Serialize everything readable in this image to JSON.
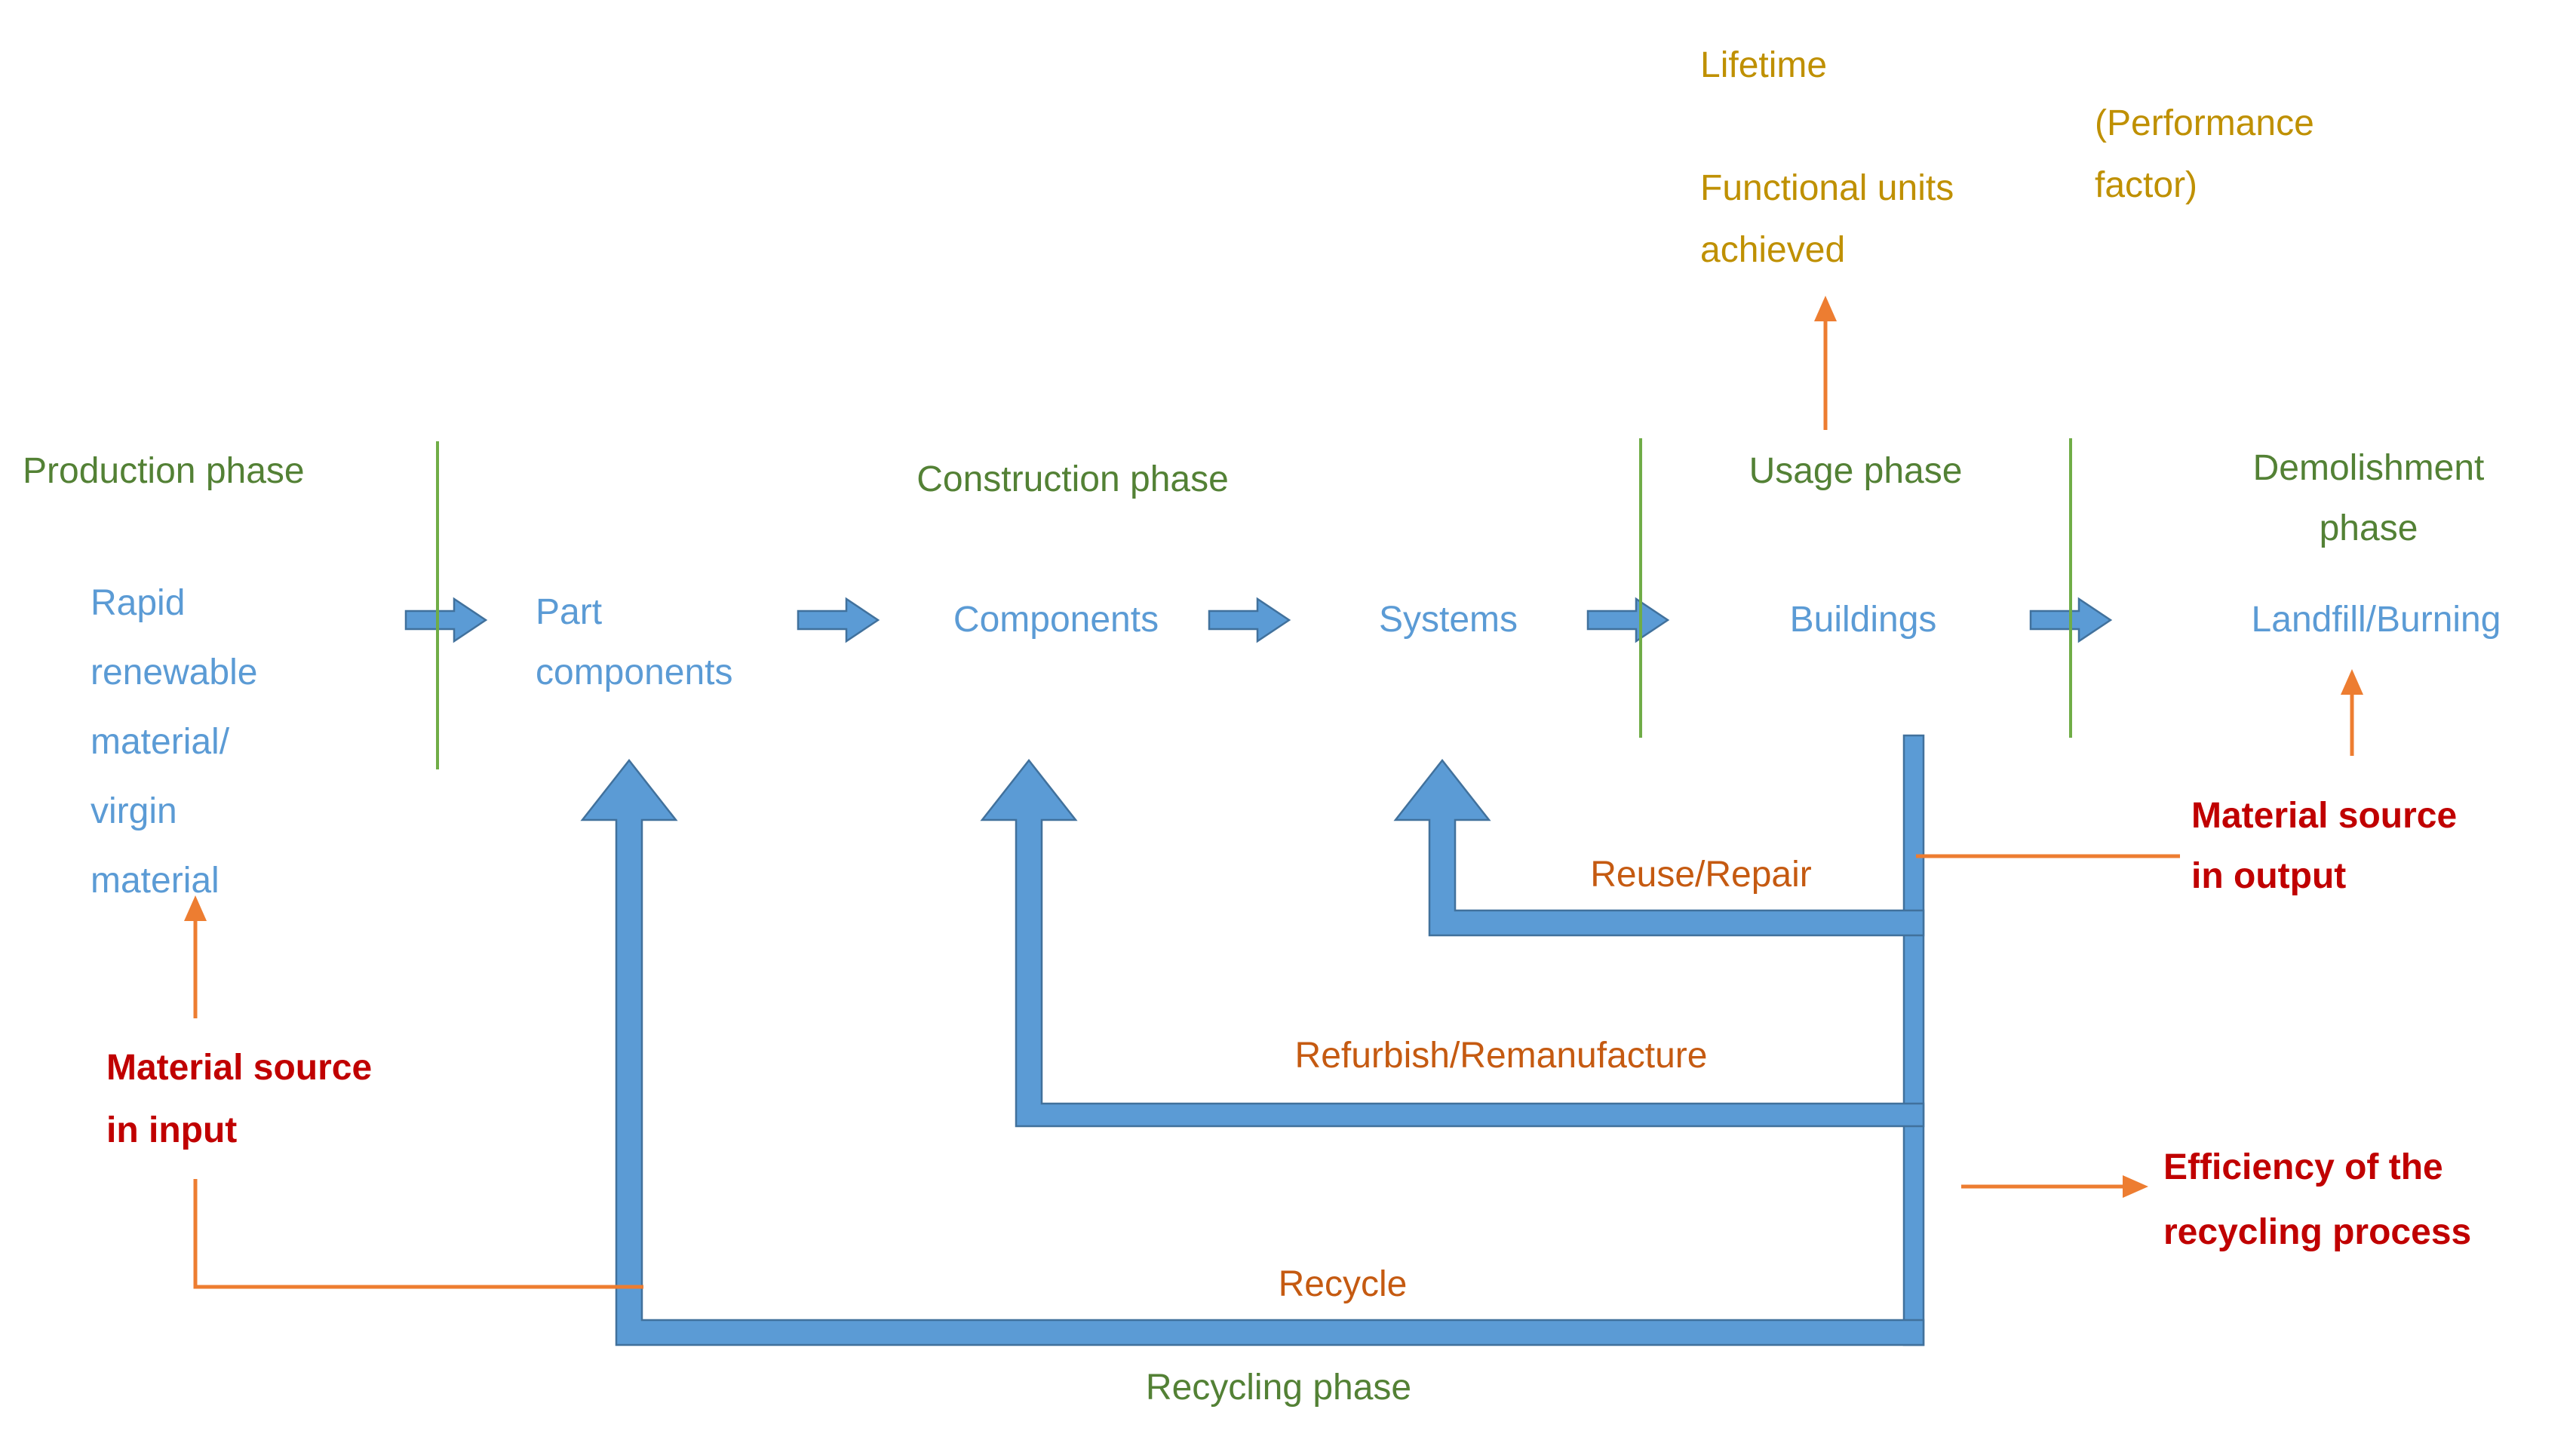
{
  "title": "Building material life cycle diagram",
  "colors": {
    "node_blue": "#5B9BD5",
    "shape_outline_blue": "#41719C",
    "phase_green": "#538135",
    "separator_green": "#70AD47",
    "annotation_gold": "#BF9000",
    "loop_label_orange": "#C55A11",
    "connector_orange": "#ED7D31",
    "alert_red": "#C00000",
    "background": "#FFFFFF"
  },
  "phases": {
    "production": "Production phase",
    "construction": "Construction phase",
    "usage": "Usage phase",
    "demolishment_lines": [
      "Demolishment",
      "phase"
    ],
    "recycling": "Recycling phase"
  },
  "nodes": {
    "source_lines": [
      "Rapid",
      "renewable",
      "material/",
      "virgin",
      "material"
    ],
    "part_lines": [
      "Part",
      "components"
    ],
    "components": "Components",
    "systems": "Systems",
    "buildings": "Buildings",
    "landfill": "Landfill/Burning"
  },
  "loops": {
    "reuse": "Reuse/Repair",
    "refurbish": "Refurbish/Remanufacture",
    "recycle": "Recycle"
  },
  "annotations": {
    "lifetime": "Lifetime",
    "functional_lines": [
      "Functional units",
      "achieved"
    ],
    "performance_lines": [
      "(Performance",
      "factor)"
    ],
    "input_lines": [
      "Material source",
      "in input"
    ],
    "output_lines": [
      "Material source",
      "in output"
    ],
    "efficiency_lines": [
      "Efficiency of the",
      "recycling process"
    ]
  }
}
